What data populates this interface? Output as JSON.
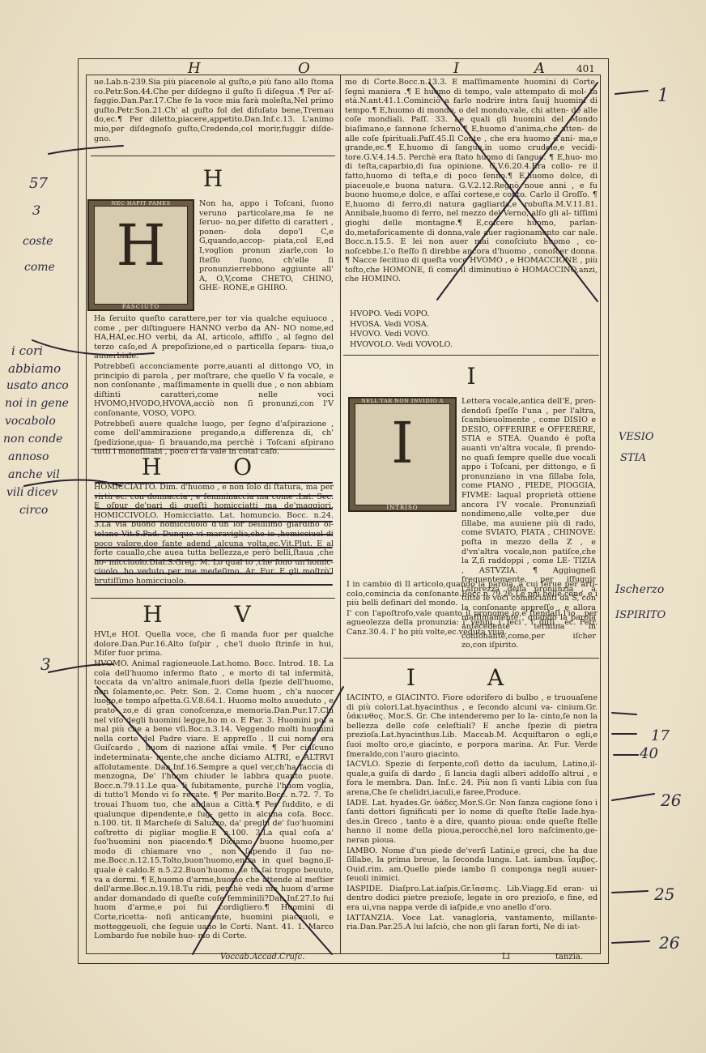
{
  "header": {
    "left_letter": "H",
    "mid_letter": "O",
    "right_mid": "I",
    "right_letter": "A",
    "page_number": "401"
  },
  "left": {
    "top_text": "ue.Lab.n-239.Sia più piacenole al guſto,e più fano allo ſtoma co.Petr.Son.44.Che per diſdegno il guſto ſi diſegua .¶ Per aſ- faggio.Dan.Par.17.Che fe la voce mia farà moleſta,Nel primo guſto.Petr.Son.21.Ch' al guſto fol del diſuſato bene,Tremau do,ec.¶ Per diletto,piacere,appetito.Dan.Inf.c.13. L'animo mio,per diſdegnoſo guſto,Credendo,col morir,fuggir diſde- gno.",
    "h_heading": "H",
    "h_woodcut_motto": "NEC HAPIT FAMES",
    "h_woodcut_label": "PASCIUTO",
    "h_intro": "Non ha, appo i Toſcani, ſuono veruno particolare,ma ſe ne ſeruo- no,per difetto di caratteri , ponen- dola dopo'l C,e G,quando,accop- piata,col E,ed I,voglion pronun ziarle,con lo ſteſſo ſuono, ch'elle ſi pronunzierrebbono aggiunte all' A, O,V,come CHETO, CHINO, GHE- RONE,e GHIRO.",
    "h_text": "Ha ſeruito queſto carattere,per tor via qualche equiuoco , come , per diſtinguere HANNO verbo da AN- NO nome,ed HA,HAI,ec.HO verbi, da AI, articolo, affiſſo , al ſegno del terzo caſo,ed A prepoſizione,ed o particella ſepara- tiua,o auuerbiale.",
    "h_text2": "Potrebbeſi acconciamente porre,auanti al dittongo VO, in principio di parola , per moſtrare, che quello V fa vocale, e non conſonante , maſſimamente in quelli due , o non abbiam diſtinti caratteri,come nelle voci HVOMO,HVODO,HVOVA,acciò non ſi pronunzi,con l'V conſonante, VOSO, VOPO.",
    "h_text3": "Potrebbeſi auere qualche luogo, per ſegno d'aſpirazione , come dell'ammirazione pregando,a differenza di, ch' ſpedizione,qua- ſi brauando,ma perchè i Toſcani aſpirano tutti i monoſillabi , poco ci ſa vale in cotal caſo.",
    "ho_heading": "H O",
    "ho_text": "HOMICCIATTO. Dim. d'huomo , e non ſolo di ſtatura, ma per virtù ec. con donnaccia , e femminaccia ma come .Lat. Sec. E oſpur de'pari di queſti homicciatti ma de'maggiori. HOMICCIVOLO. Homicciatto. Lat. homuncio. Bocc. n.24. 3.La via buono homicciuolo d'un lor bellilimo giardino ol- tolano Vit.S.Pad. Dunque vi maraviglia,che io ,homicciuol di poco valore,doe fante adend ,alcuna volta,ec.Vit.Plut. E al forte cauallo,che auea tutta bellezza,e però belli,ſtaua ,che ho- micciuolo.Dial.S.Greg. M. Lo qual to ,che ſono un'homic- ciuolo, ho veduto per me medeſimo. Ar. Fur. E gli moſtrò'l brutiſſimo homicciuolo.",
    "hv_heading": "H V",
    "hv_intro": "HVI,e HOI. Quella voce, che ſi manda fuor per qualche dolore.Dan.Pur.16.Alto ſoſpir , che'l duolo ſtrinſe in hui, Miſer fuor prima.",
    "hv_text": "HVOMO. Animal ragioneuole.Lat.homo. Bocc. Introd. 18. La cola dell'huomo infermo ſtato , e morto di tal infermità, toccata da vn'altro animale,fuori della ſpezie dell'huomo, non ſolamente,ec. Petr. Son. 2. Come huom , ch'a nuocer luogo,e tempo aſpetta.G.V.8.64.1. Huomo molto auueduto , e prato- zo,e di gran conoſcenza,e memoria.Dan.Pur.17.Chi nel viſo degli huomini legge,ho m o. E Par. 3. Huomini poi a mal più che a bene vſi.Boc.n.3.14. Veggendo molti huomini nella corte del Padre viare. E appreſſo . Il cui nome era Guiſcardo , huom di nazione aſſai vmile. ¶ Per ciaſcuno indeterminata- mente,che anche diciamo ALTRI, e ALTRVI aſſolutamente. Dan.Inf.16.Sempre a quel ver,ch'ha faccia di menzogna, De' l'huom chiuder le labbra quanto puote. Bocc.n.79.11.Le qua- li ſubitamente, purchè l'huom voglia, di tutto'l Mondo vi ſo recate. ¶ Per marito.Bocc. n.72. 7. To trouai l'huom tuo, che andaua a Città.¶ Per ſuddito, e di qualunque dipendente,e ſug- getto in alcuna coſa. Bocc. n.100. tit. Il Marcheſe di Saluzzo, da' preghi de' ſuo'huomini coſtretto di pigliar moglie.E n.100. 3.La qual coſa a' ſuo'huomini non piacendo.¶ Diciamo buono huomo,per modo di chiamare vno , non ſapendo il ſuo no- me.Bocc.n.12.15.Tolto,buon'huomo,entra in quel bagno,il- quale è caldo.E n.5.22.Buon'huomo, te tu ſai troppo beuuto, va a dormi. ¶ E,huomo d'arme,huomo che attende al meſtier dell'arme.Boc.n.19.18.Tu ridi, perchè vedi me huom d'arme andar domandado di queſte coſe femminili?Dan.Inf.27.Io fui huom d'arme,e poi fui cordigliero.¶ Huomini di Corte,ricetta- noſi anticamente, huomini piaceuoli, e motteggeuoli, che ſeguie uano le Corti. Nant. 41. 1. Marco Lombardo fue nobile huo- mo di Corte."
  },
  "right": {
    "top_text": "mo di Corte.Bocc.n.13.3. E maſſimamente huomini di Corte, ſegnì maniera .¶ E huomo di tempo, vale attempato di mol- ta età.N.ant.41.1.Cominciò a farlo nodrire intra ſauij huomini di tempo.¶ E,huomo di mondo, o del mondo,vale, chi atten- de alle coſe mondiali. Paſſ. 33. Le quali gli huomini del Mondo biaſimano,e ſannone ſcherno.¶ E,huomo d'anima,che atten- de alle coſe ſpirituali.Paſſ.45.Il Conte , che era huomo d'ani- ma,e grande,ec.¶ E,huomo di ſangue,in uomo crudele,e vecidi- tore.G.V.4.14.5. Perchè era ſtato huomo di ſangue. ¶ E,huo- mo di teſta,caparbio,di ſua opinione. G.V.6.20.4.Era collo- re il fatto,huomo di teſta,e di poco ſenno.¶ E,huomo dolce, di piaceuole,e buona natura. G.V.2.12.Regnò noue anni , e fu buono huomo,e dolce, e aſſai cortese,e conto. Carlo il Groſſo. ¶ E,huomo di ferro,di natura gagliarda,e robuſta.M.V.11.81. Annibale,huomo di ferro, nel mezzo del Verno, alſo gli al- tiſſimi gioghi delle montagne.¶ E,coſcere huomo, parlan- do,metaforicamente di donna,vale auer ragionamento car nale. Bocc.n.15.5. E lei non auer mai conoſciuto huomo , co- noſcebbe.L'o ſteſſo ſi direbbe ancora d'huomo , conoſcer donna. ¶ Nacce ſecitiuo di queſta voce HVOMO , e HOMACCIONE , più toſto,che HOMONE, ſi come il diminutiuo è HOMACCINO,anzi, che HOMINO.",
    "list": [
      "HVOPO. Vedi VOPO.",
      "HVOSA. Vedi VOSA.",
      "HVOVO. Vedi VOVO.",
      "HVOVOLO. Vedi VOVOLO."
    ],
    "i_heading": "I",
    "i_woodcut_motto": "NELL'TAR NON INVIDIO A",
    "i_woodcut_label": "INTRISO",
    "i_intro": "Lettera vocale,antica dell'E, pren- dendoſi ſpeſſo l'una , per l'altra, ſcambieuolmente , come DISIO e DESIO, OFFERIRE e OFFERERE, STIA e STEA. Quando è poſta auanti vn'altra vocale, ſi prendo- no quaſi ſempre quelle due vocali appo i Toſcani, per dittongo, e ſi pronunziano in vna ſillaba ſola, come PIANO , PIEDE, PIOGGIA, FIVME: laqual proprietà ottiene ancora l'V vocale. Pronunziaſi nondimeno,alle volte,per due ſillabe, ma auuiene più di rado, come SVIATO, PIATA , CHINOVE: poſta in mezzo della Z , e d'vn'altra vocale,non patiſce,che la Z,ſi raddoppi , come LE- TIZIA , ASTVZIA. ¶ Aggiugneſi frequentemente, per iſfuggir l'aſprezza della pronunzia , a tutte le voci comincianti da S, con la conſonante appreſſo , e allora maſſimamente , quando la parola antecedente termina in conſonante,come,per iſcher zo,con iſpirito.",
    "i_text2": "I in cambio di Il articolo,quando la parola, a cui ſerue per arti- colo,comincia da conſonante.Bocc.n.79.26.Le più belle cene, e i più belli deſinari del mondo.",
    "i_text3": "I' con l'apoſtrofo,vale quanto il pronome io,e ſtendaſi l'io , per agueolezza della pronunzia: i' venni, i' feci , i' diſſi , ec. Petr. Canz.30.4. I' ho più volte,ec.veduta viua.",
    "ia_heading": "I A",
    "ia_entries": [
      "IACINTO, e GIACINTO. Fiore odorifero di bulbo , e truouaſene di più colori.Lat.hyacinthus , e ſecondo alcuni va- cinium.Gr. ὑάκινθος. Mor.S. Gr. Che intenderemo per lo Ia- cinto,ſe non la bellezza delle coſe celeſtiali? E anche ſpezie di pietra prezioſa.Lat.hyacinthus.Lib. Maccab.M. Acquiſtaron o egli,e ſuoi molto oro,e giacinto, e porpora marina. Ar. Fur. Verde ſmeraldo,con l'auro giacinto.",
      "IACVLO. Spezie di ſerpente,coſì detto da iaculum, Latino,il- quale,a guiſa di dardo , ſi lancia dagli alberi addoſſo altrui , e fora le membra. Dan. Inf.c. 24. Più non ſi vanti Libia con ſua arena,Che ſe chelidri,iaculi,e faree,Produce.",
      "IADE. Lat. hyades.Gr. ὑάδες.Mor.S.Gr. Non ſanza cagione ſono i ſanti dottori ſignificati per lo nome di queſte ſtelle Iade.hya- des.in Greco , tanto è a dire, quanto pioua: onde queſte ſtelle hanno il nome della pioua,perocchè,nel loro naſcimento,ge- neran pioua.",
      "IAMBO. Nome d'un piede de'verſi Latini,e greci, che ha due ſillabe, la prima breue, la ſeconda lunga. Lat. iambus. ἴαμβος. Ouid.rim. am.Quello piede iambo ſi componga negli auuer- ſeuoli inimici.",
      "IASPIDE. Diaſpro.Lat.iaſpis.Gr.ἴασπις. Lib.Viagg.Ed eran- ui dentro dodici pietre prezioſe, legate in oro prezioſo, e fine, ed era ui,vna nappa verde di iaſpide,e vno anello d'oro.",
      "IATTANZIA. Voce Lat. vanagloria, vantamento, millante- ria.Dan.Par.25.A lui laſciò, che non gli ſaran forti, Ne di iat-"
    ]
  },
  "footer": {
    "left": "Voccab.Accad.Cruſc.",
    "signature": "Ll",
    "catchword": "tanzia."
  },
  "margin_notes": {
    "right": [
      "1",
      "VESIO",
      "STIA",
      "Ischerzo",
      "ISPIRITO",
      "17",
      "40",
      "26",
      "25",
      "26"
    ],
    "left": [
      "57",
      "3",
      "coste",
      "come",
      "i cori",
      "abbiamo",
      "usato anco",
      "noi in gene",
      "vocabolo",
      "non conde",
      "annoso",
      "anche vil",
      "vili dicev",
      "circo",
      "3"
    ]
  }
}
